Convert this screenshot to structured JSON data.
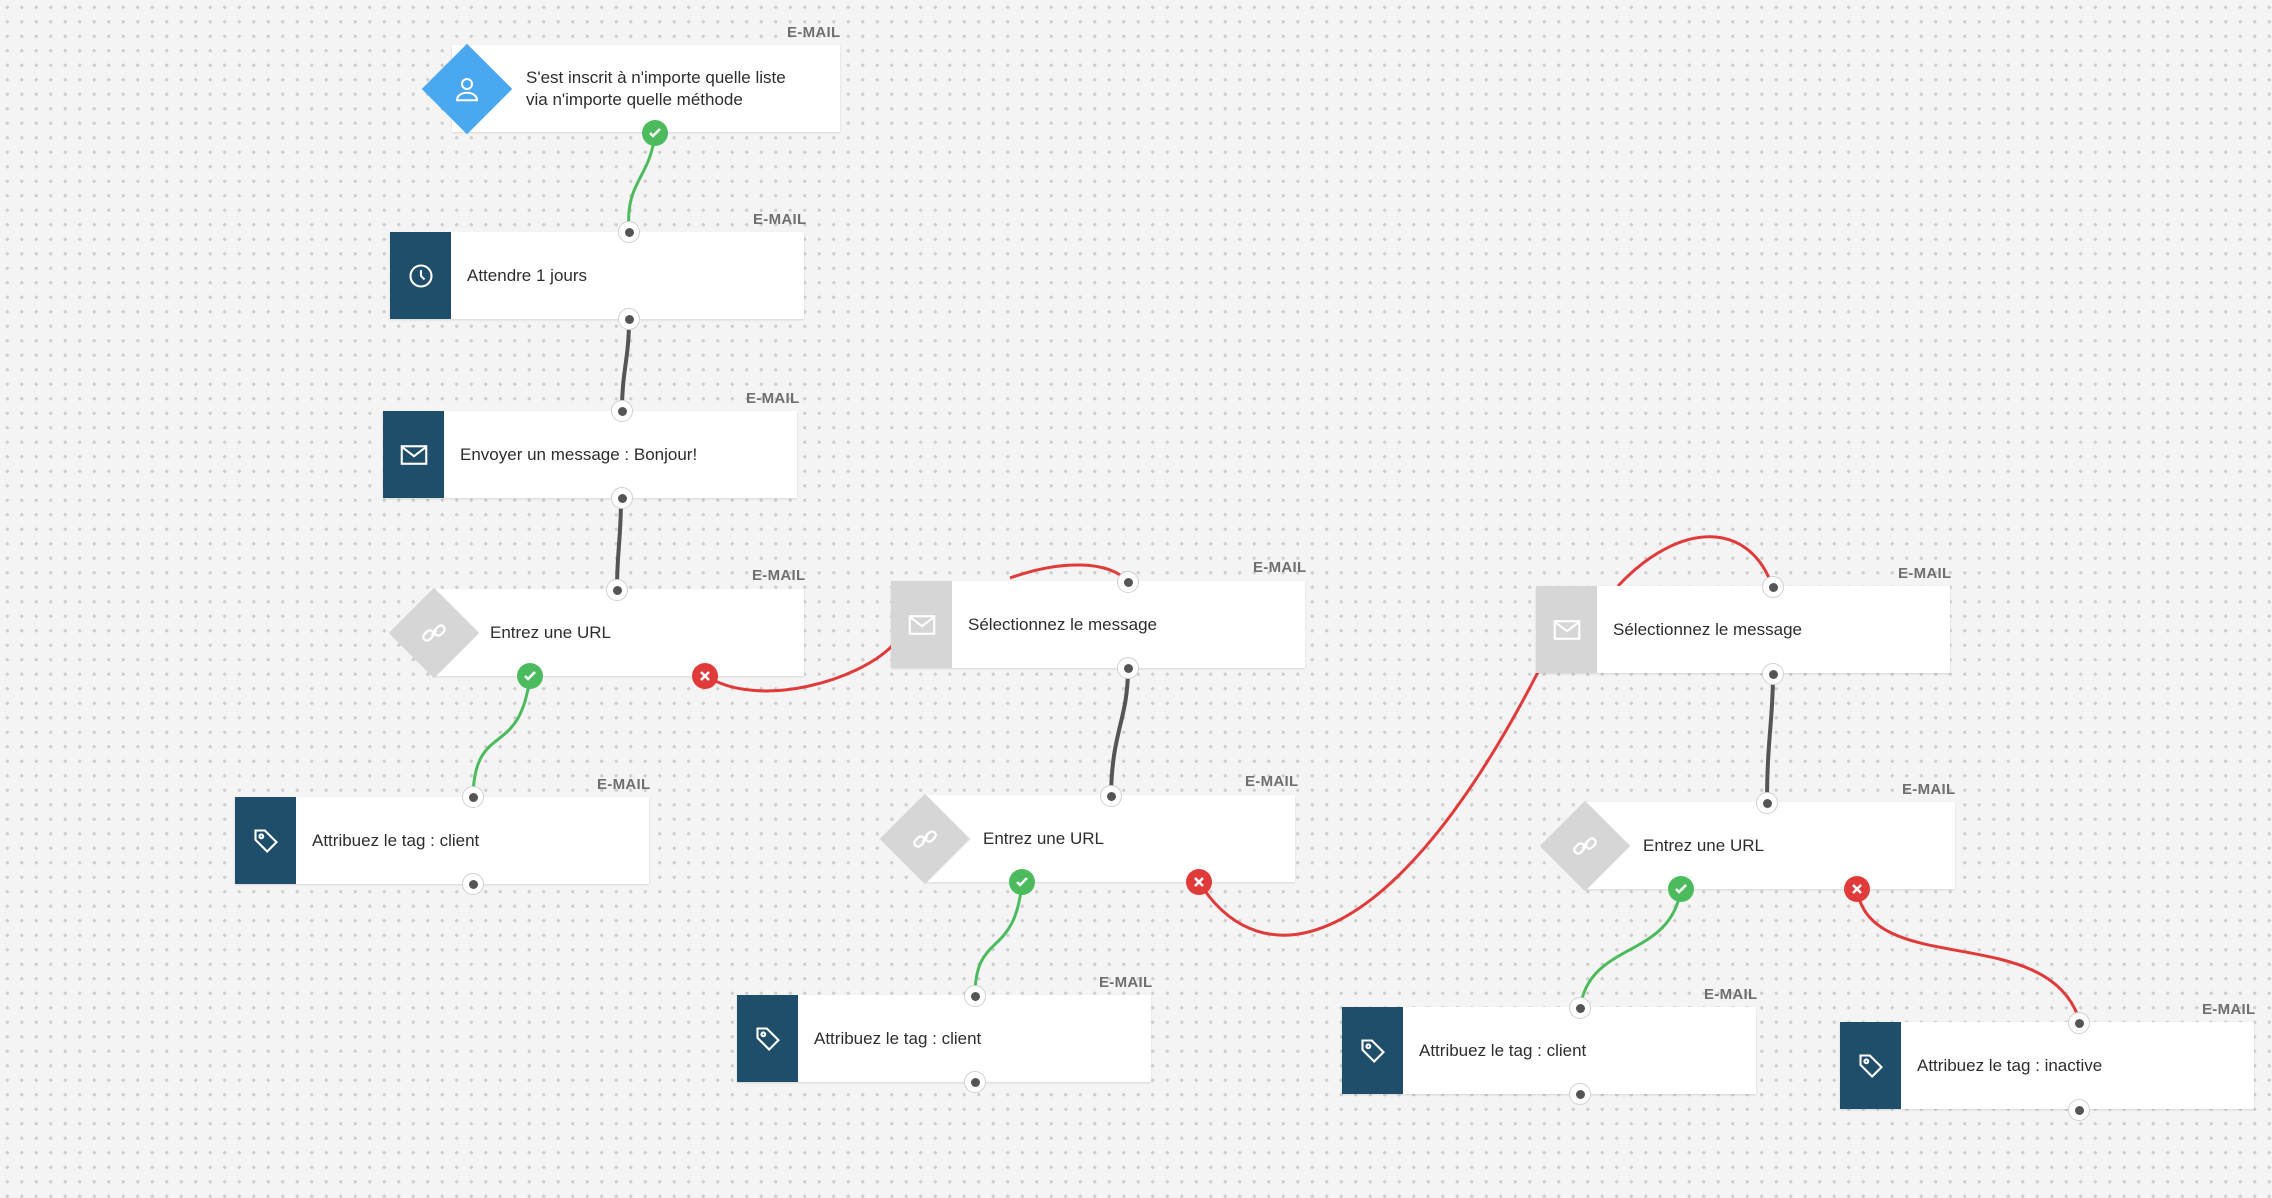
{
  "badge_label": "E-MAIL",
  "colors": {
    "node_dark": "#1f4e6b",
    "node_grey": "#d6d6d6",
    "trigger_blue": "#4aa8f0",
    "success": "#4cbb5e",
    "failure": "#e03b3b"
  },
  "nodes": {
    "trigger": {
      "line1": "S'est inscrit à n'importe quelle liste",
      "line2": "via n'importe quelle méthode",
      "icon": "user-icon"
    },
    "wait": {
      "label": "Attendre 1 jours",
      "icon": "clock-icon"
    },
    "send": {
      "label": "Envoyer un message : Bonjour!",
      "icon": "envelope-icon"
    },
    "url1": {
      "label": "Entrez une URL",
      "icon": "link-icon"
    },
    "tag1": {
      "label": "Attribuez le tag : client",
      "icon": "tag-icon"
    },
    "select1": {
      "label": "Sélectionnez le message",
      "icon": "envelope-icon"
    },
    "url2": {
      "label": "Entrez une URL",
      "icon": "link-icon"
    },
    "tag2": {
      "label": "Attribuez le tag : client",
      "icon": "tag-icon"
    },
    "select2": {
      "label": "Sélectionnez le message",
      "icon": "envelope-icon"
    },
    "url3": {
      "label": "Entrez une URL",
      "icon": "link-icon"
    },
    "tag3": {
      "label": "Attribuez le tag : client",
      "icon": "tag-icon"
    },
    "tag4": {
      "label": "Attribuez le tag : inactive",
      "icon": "tag-icon"
    }
  }
}
